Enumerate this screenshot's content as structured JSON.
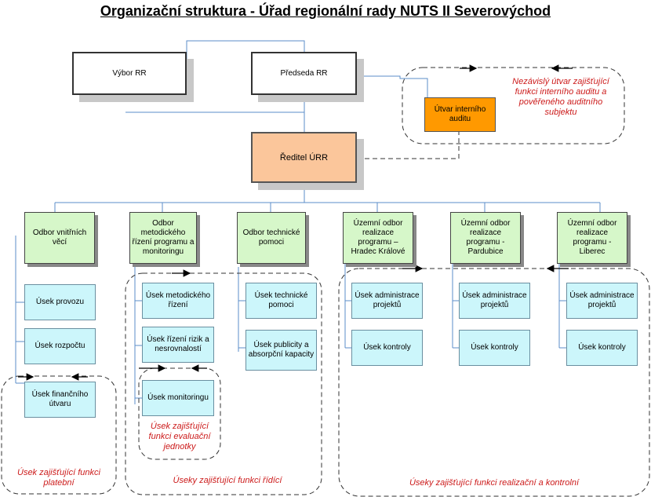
{
  "title": "Organizační struktura - Úřad regionální rady NUTS II Severovýchod",
  "top": {
    "board": "Výbor RR",
    "chair": "Předseda RR",
    "director": "Ředitel ÚRR",
    "audit_unit": "Útvar interního auditu",
    "audit_note": "Nezávislý útvar zajišťující funkci interního auditu a pověřeného auditního subjektu"
  },
  "departments": [
    "Odbor vnitřních věcí",
    "Odbor metodického řízení programu a monitoringu",
    "Odbor technické pomoci",
    "Územní odbor realizace programu – Hradec Králové",
    "Územní odbor realizace programu - Pardubice",
    "Územní odbor realizace programu - Liberec"
  ],
  "sections": {
    "internal": [
      "Úsek provozu",
      "Úsek rozpočtu",
      "Úsek finančního útvaru"
    ],
    "methodical": [
      "Úsek metodického řízení",
      "Úsek řízení rizik a nesrovnalostí",
      "Úsek monitoringu"
    ],
    "technical": [
      "Úsek technické pomoci",
      "Úsek publicity a absorpční kapacity"
    ],
    "hk": [
      "Úsek administrace projektů",
      "Úsek kontroly"
    ],
    "pa": [
      "Úsek administrace projektů",
      "Úsek kontroly"
    ],
    "li": [
      "Úsek administrace projektů",
      "Úsek kontroly"
    ]
  },
  "notes": {
    "payment": "Úsek zajišťující funkci platební",
    "evaluation": "Úsek zajišťující funkci evaluační jednotky",
    "management": "Úseky zajišťující funkci řídící",
    "implementation": "Úseky zajišťující  funkci realizační a kontrolní"
  },
  "colors": {
    "line": "#5b8ec9",
    "department_fill": "#d6f7c9",
    "section_fill": "#ccf6fb",
    "director_fill": "#fbc69b",
    "audit_fill": "#ff9900",
    "note_text": "#cc1a1a"
  }
}
